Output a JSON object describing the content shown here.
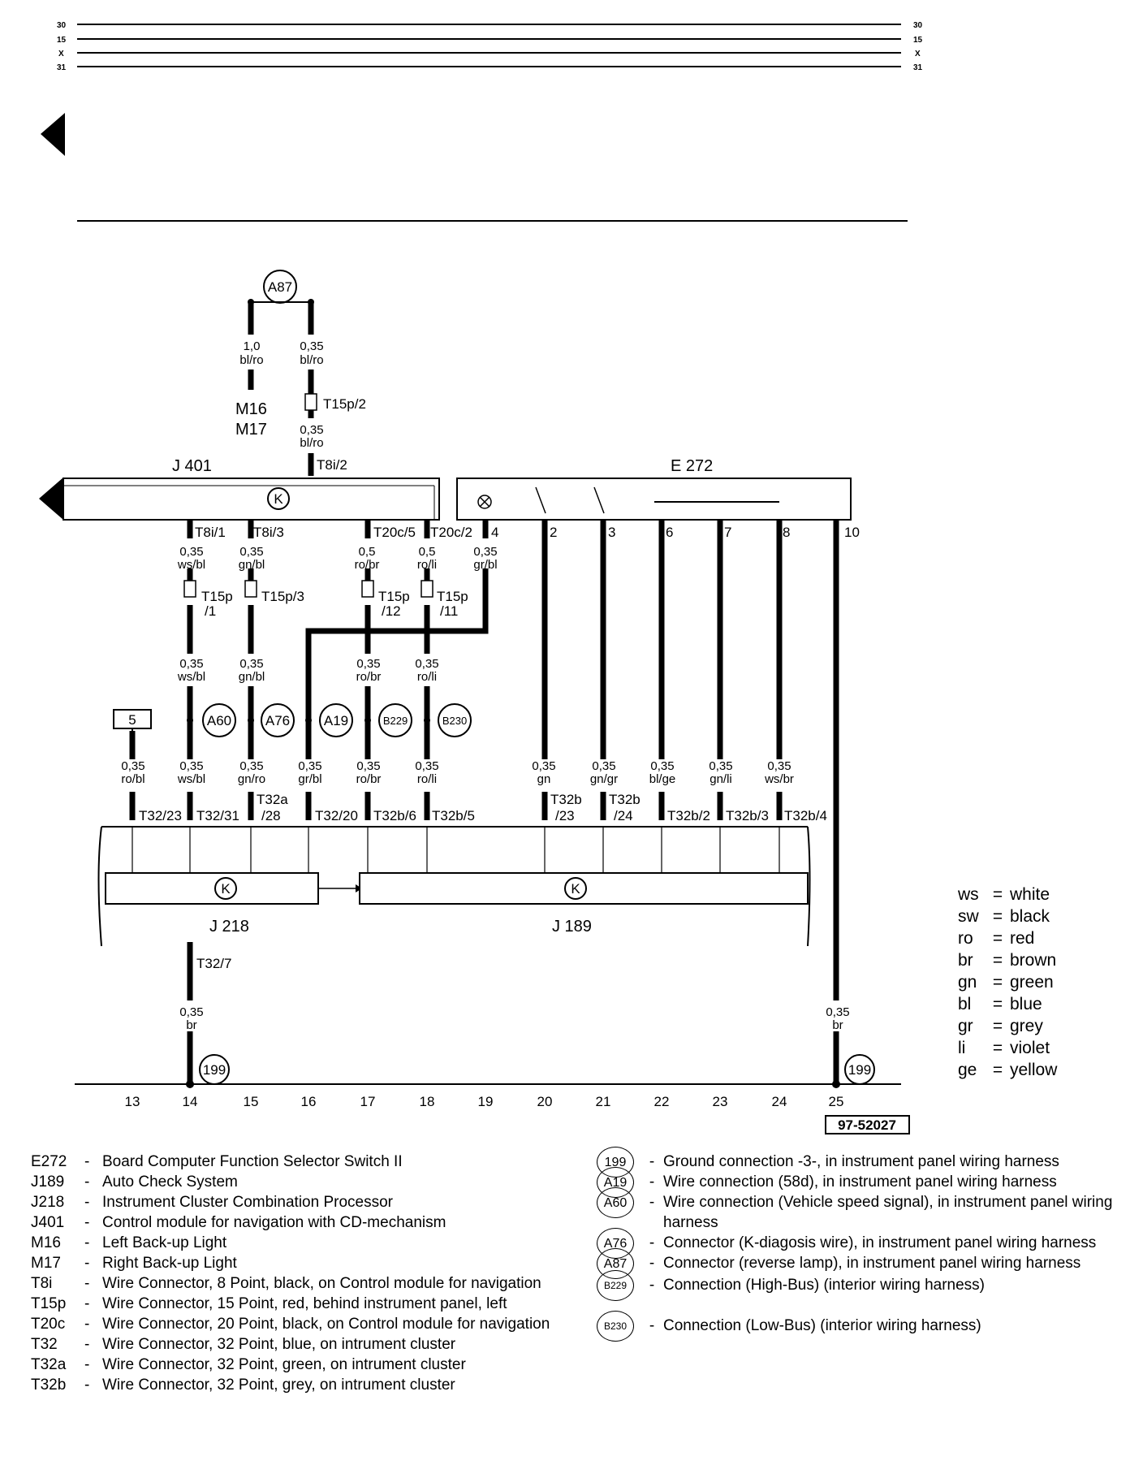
{
  "rails": [
    "30",
    "15",
    "X",
    "31"
  ],
  "top_block": {
    "connector": "A87",
    "left_wire": {
      "gauge": "1,0",
      "color": "bl/ro"
    },
    "right_wire": {
      "gauge": "0,35",
      "color": "bl/ro"
    },
    "m16": "M16",
    "m17": "M17",
    "t15p2": "T15p/2",
    "lower_wire": {
      "gauge": "0,35",
      "color": "bl/ro"
    },
    "t8i2": "T8i/2"
  },
  "components": {
    "j401": "J 401",
    "e272": "E 272",
    "j218": "J 218",
    "j189": "J 189",
    "k_symbol": "K"
  },
  "j401_pins": [
    "T8i/1",
    "T8i/3",
    "T20c/5",
    "T20c/2"
  ],
  "e272_pins": [
    "4",
    "2",
    "3",
    "6",
    "7",
    "8",
    "10"
  ],
  "upper_wires": [
    {
      "gauge": "0,35",
      "color": "ws/bl"
    },
    {
      "gauge": "0,35",
      "color": "gn/bl"
    },
    {
      "gauge": "0,5",
      "color": "ro/br"
    },
    {
      "gauge": "0,5",
      "color": "ro/li"
    },
    {
      "gauge": "0,35",
      "color": "gr/bl"
    }
  ],
  "t15p_connectors": [
    {
      "name": "T15p",
      "sub": "/1"
    },
    {
      "name": "T15p/3",
      "sub": ""
    },
    {
      "name": "T15p",
      "sub": "/12"
    },
    {
      "name": "T15p",
      "sub": "/11"
    }
  ],
  "mid_wires": [
    {
      "gauge": "0,35",
      "color": "ws/bl"
    },
    {
      "gauge": "0,35",
      "color": "gn/bl"
    },
    {
      "gauge": "0,35",
      "color": "ro/br"
    },
    {
      "gauge": "0,35",
      "color": "ro/li"
    }
  ],
  "box5": "5",
  "circle_connectors": [
    "A60",
    "A76",
    "A19",
    "B229",
    "B230"
  ],
  "lower_wires": [
    {
      "gauge": "0,35",
      "color": "ro/bl"
    },
    {
      "gauge": "0,35",
      "color": "ws/bl"
    },
    {
      "gauge": "0,35",
      "color": "gn/ro"
    },
    {
      "gauge": "0,35",
      "color": "gr/bl"
    },
    {
      "gauge": "0,35",
      "color": "ro/br"
    },
    {
      "gauge": "0,35",
      "color": "ro/li"
    },
    {
      "gauge": "0,35",
      "color": "gn"
    },
    {
      "gauge": "0,35",
      "color": "gn/gr"
    },
    {
      "gauge": "0,35",
      "color": "bl/ge"
    },
    {
      "gauge": "0,35",
      "color": "gn/li"
    },
    {
      "gauge": "0,35",
      "color": "ws/br"
    }
  ],
  "cluster_pins": [
    "T32/23",
    "T32/31",
    "T32a",
    "/28",
    "T32/20",
    "T32b/6",
    "T32b/5",
    "T32b",
    "/23",
    "T32b",
    "/24",
    "T32b/2",
    "T32b/3",
    "T32b/4"
  ],
  "ground_pin": "T32/7",
  "ground_wires": [
    {
      "gauge": "0,35",
      "color": "br"
    },
    {
      "gauge": "0,35",
      "color": "br"
    }
  ],
  "ground_connector": "199",
  "track_numbers": [
    "13",
    "14",
    "15",
    "16",
    "17",
    "18",
    "19",
    "20",
    "21",
    "22",
    "23",
    "24",
    "25"
  ],
  "figure_id": "97-52027",
  "color_legend": [
    {
      "abbr": "ws",
      "name": "white"
    },
    {
      "abbr": "sw",
      "name": "black"
    },
    {
      "abbr": "ro",
      "name": "red"
    },
    {
      "abbr": "br",
      "name": "brown"
    },
    {
      "abbr": "gn",
      "name": "green"
    },
    {
      "abbr": "bl",
      "name": "blue"
    },
    {
      "abbr": "gr",
      "name": "grey"
    },
    {
      "abbr": "li",
      "name": "violet"
    },
    {
      "abbr": "ge",
      "name": "yellow"
    }
  ],
  "component_legend": [
    {
      "code": "E272",
      "desc": "Board Computer Function Selector Switch II"
    },
    {
      "code": "J189",
      "desc": "Auto Check System"
    },
    {
      "code": "J218",
      "desc": "Instrument Cluster Combination Processor"
    },
    {
      "code": "J401",
      "desc": "Control module for navigation with CD-mechanism"
    },
    {
      "code": "M16",
      "desc": "Left Back-up Light"
    },
    {
      "code": "M17",
      "desc": "Right Back-up Light"
    },
    {
      "code": "T8i",
      "desc": "Wire Connector, 8 Point, black, on Control module for navigation"
    },
    {
      "code": "T15p",
      "desc": "Wire Connector, 15 Point, red, behind instrument panel, left"
    },
    {
      "code": "T20c",
      "desc": "Wire Connector, 20 Point, black, on Control module for navigation"
    },
    {
      "code": "T32",
      "desc": "Wire Connector, 32 Point, blue, on intrument cluster"
    },
    {
      "code": "T32a",
      "desc": "Wire Connector, 32 Point, green, on intrument cluster"
    },
    {
      "code": "T32b",
      "desc": "Wire Connector, 32 Point, grey, on intrument cluster"
    }
  ],
  "connection_legend": [
    {
      "symbol": "199",
      "desc": "Ground connection -3-, in instrument panel wiring harness"
    },
    {
      "symbol": "A19",
      "desc": "Wire connection (58d), in instrument panel wiring harness"
    },
    {
      "symbol": "A60",
      "desc": "Wire connection (Vehicle speed signal), in instrument panel wiring harness"
    },
    {
      "symbol": "A76",
      "desc": "Connector (K-diagosis wire), in instrument panel wiring harness"
    },
    {
      "symbol": "A87",
      "desc": "Connector (reverse lamp), in instrument panel wiring harness"
    },
    {
      "symbol": "B229",
      "desc": "Connection (High-Bus) (interior wiring harness)"
    },
    {
      "symbol": "B230",
      "desc": "Connection (Low-Bus) (interior wiring harness)"
    }
  ],
  "dash": "-",
  "equals": "="
}
